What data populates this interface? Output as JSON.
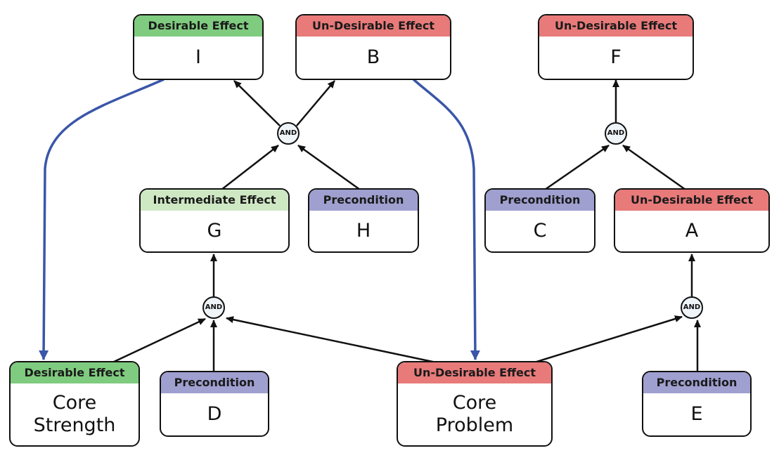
{
  "colors": {
    "desirable": "#7fcb7f",
    "undesirable": "#e87a7a",
    "intermediate": "#cfe8c4",
    "precondition": "#9f9fd0",
    "gate_fill": "#eef4f8",
    "feedback_arrow": "#3a56a8",
    "edge": "#111111"
  },
  "nodes": {
    "I": {
      "header": "Desirable Effect",
      "label": "I"
    },
    "B": {
      "header": "Un-Desirable Effect",
      "label": "B"
    },
    "F": {
      "header": "Un-Desirable Effect",
      "label": "F"
    },
    "G": {
      "header": "Intermediate Effect",
      "label": "G"
    },
    "H": {
      "header": "Precondition",
      "label": "H"
    },
    "C": {
      "header": "Precondition",
      "label": "C"
    },
    "A": {
      "header": "Un-Desirable Effect",
      "label": "A"
    },
    "core_strength": {
      "header": "Desirable Effect",
      "label": "Core\nStrength"
    },
    "D": {
      "header": "Precondition",
      "label": "D"
    },
    "core_problem": {
      "header": "Un-Desirable Effect",
      "label": "Core\nProblem"
    },
    "E": {
      "header": "Precondition",
      "label": "E"
    }
  },
  "gates": {
    "label": "AND"
  }
}
